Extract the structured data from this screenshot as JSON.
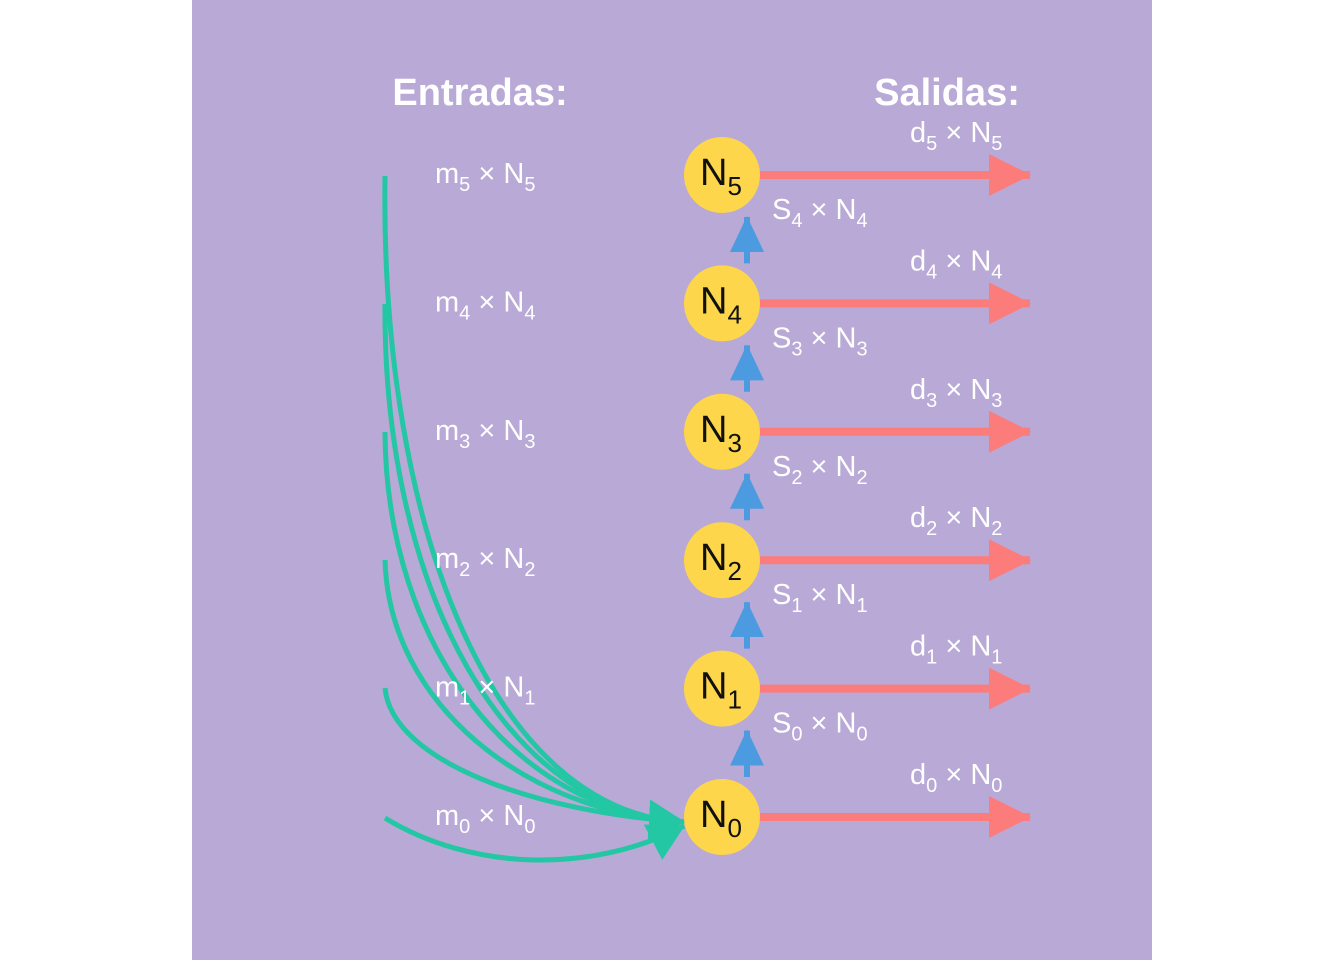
{
  "colors": {
    "background": "#b8a9d6",
    "node_fill": "#fdd64b",
    "input_arrow": "#23c7a3",
    "output_arrow": "#fc7b7b",
    "transition_arrow": "#4c9be0",
    "text": "#ffffff",
    "node_text": "#111111"
  },
  "headings": {
    "inputs": "Entradas:",
    "outputs": "Salidas:"
  },
  "times_symbol": "×",
  "nodes": [
    {
      "letter": "N",
      "index": "0"
    },
    {
      "letter": "N",
      "index": "1"
    },
    {
      "letter": "N",
      "index": "2"
    },
    {
      "letter": "N",
      "index": "3"
    },
    {
      "letter": "N",
      "index": "4"
    },
    {
      "letter": "N",
      "index": "5"
    }
  ],
  "inputs": [
    {
      "coef": "m",
      "coef_index": "0",
      "var": "N",
      "var_index": "0"
    },
    {
      "coef": "m",
      "coef_index": "1",
      "var": "N",
      "var_index": "1"
    },
    {
      "coef": "m",
      "coef_index": "2",
      "var": "N",
      "var_index": "2"
    },
    {
      "coef": "m",
      "coef_index": "3",
      "var": "N",
      "var_index": "3"
    },
    {
      "coef": "m",
      "coef_index": "4",
      "var": "N",
      "var_index": "4"
    },
    {
      "coef": "m",
      "coef_index": "5",
      "var": "N",
      "var_index": "5"
    }
  ],
  "outputs": [
    {
      "coef": "d",
      "coef_index": "0",
      "var": "N",
      "var_index": "0"
    },
    {
      "coef": "d",
      "coef_index": "1",
      "var": "N",
      "var_index": "1"
    },
    {
      "coef": "d",
      "coef_index": "2",
      "var": "N",
      "var_index": "2"
    },
    {
      "coef": "d",
      "coef_index": "3",
      "var": "N",
      "var_index": "3"
    },
    {
      "coef": "d",
      "coef_index": "4",
      "var": "N",
      "var_index": "4"
    },
    {
      "coef": "d",
      "coef_index": "5",
      "var": "N",
      "var_index": "5"
    }
  ],
  "transitions": [
    {
      "coef": "S",
      "coef_index": "0",
      "var": "N",
      "var_index": "0"
    },
    {
      "coef": "S",
      "coef_index": "1",
      "var": "N",
      "var_index": "1"
    },
    {
      "coef": "S",
      "coef_index": "2",
      "var": "N",
      "var_index": "2"
    },
    {
      "coef": "S",
      "coef_index": "3",
      "var": "N",
      "var_index": "3"
    },
    {
      "coef": "S",
      "coef_index": "4",
      "var": "N",
      "var_index": "4"
    }
  ]
}
